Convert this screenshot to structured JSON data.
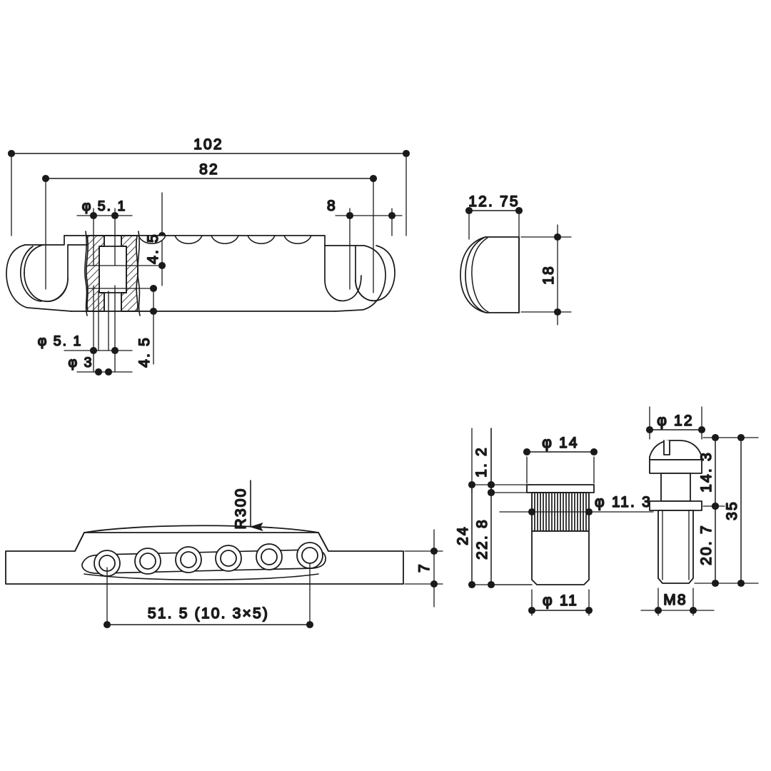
{
  "drawing": {
    "title": "Guitar Stopbar Tailpiece Technical Drawing",
    "background_color": "#ffffff",
    "line_color": "#1a1a1a",
    "text_color": "#1a1a1a"
  },
  "views": {
    "front": {
      "name": "front-elevation-view",
      "dimensions": {
        "overall_length": "102",
        "stud_spacing": "82",
        "edge_offset": "8",
        "hole_upper_dia": "φ 5. 1",
        "hole_lower_dia": "φ 5. 1",
        "hole_small_dia": "φ 3",
        "offset_upper": "4. 5",
        "offset_lower": "4. 5"
      },
      "string_notch_count": 5
    },
    "side": {
      "name": "side-elevation-view",
      "dimensions": {
        "width": "12. 75",
        "height": "18"
      }
    },
    "plan": {
      "name": "plan-view",
      "dimensions": {
        "radius": "R300",
        "string_spacing": "51. 5 (10. 3×5)",
        "thickness": "7"
      },
      "string_hole_count": 6
    },
    "bushing": {
      "name": "bushing-detail-view",
      "dimensions": {
        "flange_thickness": "1. 2",
        "overall_length": "24",
        "body_length": "22. 8",
        "flange_dia": "φ 14",
        "knurl_dia": "φ 11. 3",
        "body_dia": "φ 11"
      }
    },
    "stud": {
      "name": "stud-screw-detail-view",
      "dimensions": {
        "head_dia": "φ 12",
        "upper_length": "14. 3",
        "overall_length": "35",
        "lower_length": "20. 7",
        "thread": "M8"
      }
    }
  }
}
